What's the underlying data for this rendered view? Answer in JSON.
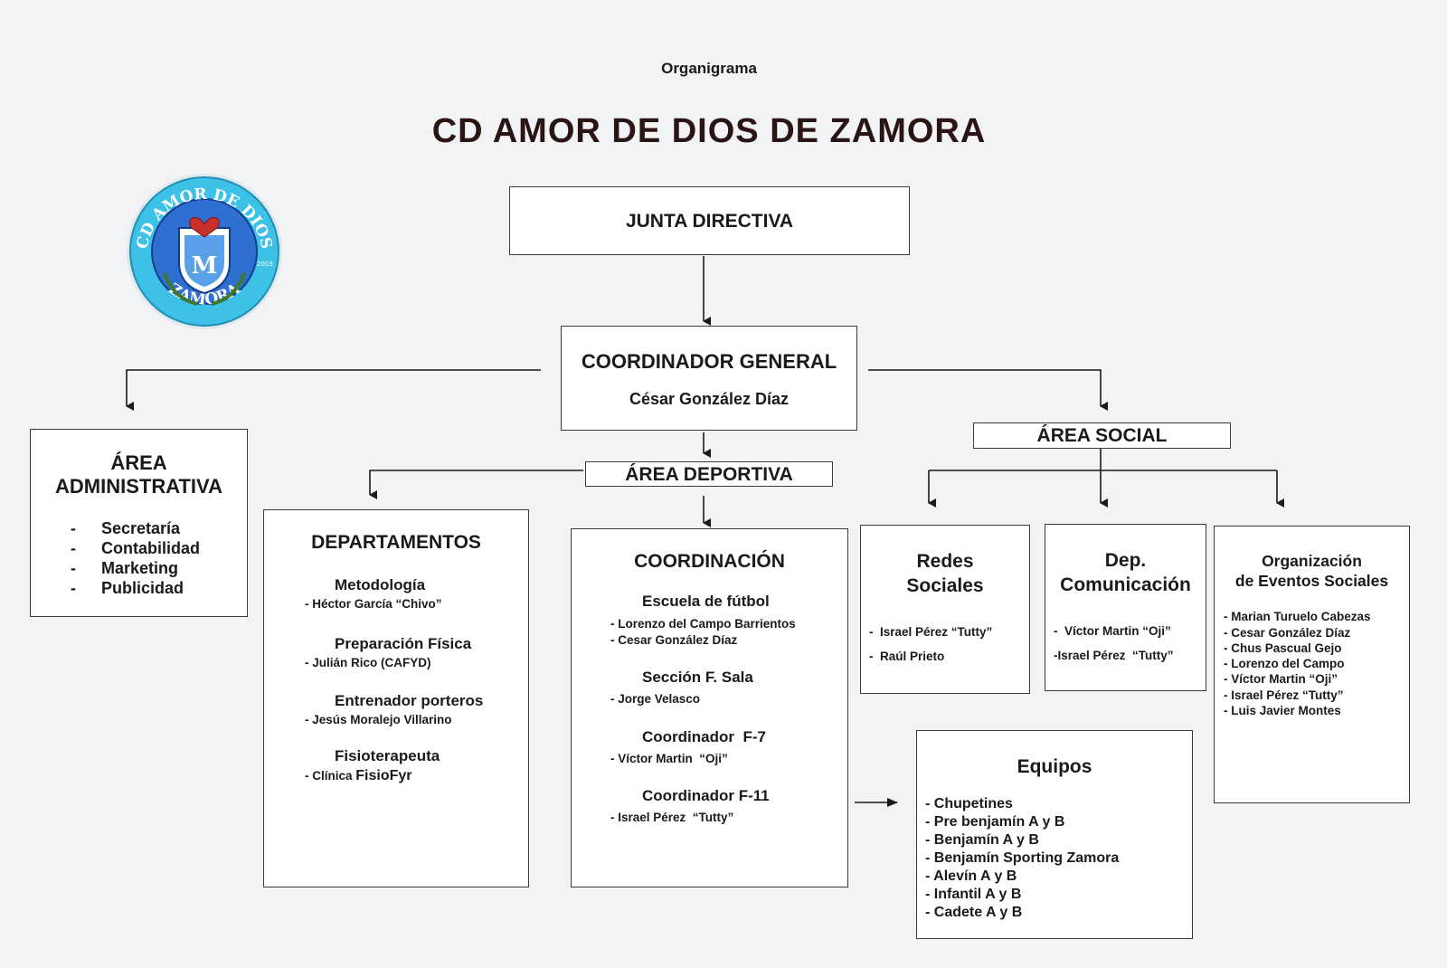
{
  "header": {
    "supertitle": "Organigrama",
    "title": "CD AMOR DE DIOS DE ZAMORA"
  },
  "logo": {
    "ring_top": "CD AMOR DE DIOS",
    "ring_bottom": "ZAMORA",
    "year": "2003",
    "colors": {
      "ring": "#3ec1e6",
      "center": "#2f6fd0",
      "shield": "#ffffff",
      "heart": "#c9302c"
    }
  },
  "junta": {
    "title": "JUNTA DIRECTIVA"
  },
  "coordinador": {
    "title": "COORDINADOR GENERAL",
    "name": "César González Díaz"
  },
  "admin": {
    "title_line1": "ÁREA",
    "title_line2": "ADMINISTRATIVA",
    "items": [
      "Secretaría",
      "Contabilidad",
      "Marketing",
      "Publicidad"
    ],
    "bullet": "-"
  },
  "deportiva": {
    "label": "ÁREA DEPORTIVA"
  },
  "social": {
    "label": "ÁREA SOCIAL"
  },
  "departamentos": {
    "title": "DEPARTAMENTOS",
    "groups": [
      {
        "name": "Metodología",
        "person": "- Héctor García “Chivo”"
      },
      {
        "name": "Preparación Física",
        "person": "-  Julián Rico (CAFYD)"
      },
      {
        "name": "Entrenador porteros",
        "person": "-  Jesús Moralejo Villarino"
      },
      {
        "name": "Fisioterapeuta",
        "person_prefix": "-  Clínica ",
        "person_brand": "FisioFyr"
      }
    ]
  },
  "coordinacion": {
    "title": "COORDINACIÓN",
    "groups": [
      {
        "name": "Escuela de fútbol",
        "people": [
          "- Lorenzo del Campo Barrientos",
          "-  Cesar González Díaz"
        ]
      },
      {
        "name": "Sección F. Sala",
        "people": [
          "- Jorge Velasco"
        ]
      },
      {
        "name": "Coordinador  F-7",
        "people": [
          "- Víctor Martin  “Oji”"
        ]
      },
      {
        "name": "Coordinador F-11",
        "people": [
          "- Israel Pérez  “Tutty”"
        ]
      }
    ]
  },
  "redes": {
    "title_line1": "Redes",
    "title_line2": "Sociales",
    "people": [
      "-  Israel Pérez “Tutty”",
      "-  Raúl Prieto"
    ]
  },
  "comunicacion": {
    "title_line1": "Dep.",
    "title_line2": "Comunicación",
    "people": [
      "-  Víctor Martin “Oji”",
      "-Israel Pérez  “Tutty”"
    ]
  },
  "eventos": {
    "title_line1": "Organización",
    "title_line2": "de Eventos Sociales",
    "people": [
      "- Marian Turuelo Cabezas",
      "- Cesar González Díaz",
      "- Chus Pascual Gejo",
      "- Lorenzo del Campo",
      "- Víctor Martin “Oji”",
      "- Israel Pérez “Tutty”",
      "- Luis Javier Montes"
    ]
  },
  "equipos": {
    "title": "Equipos",
    "items": [
      "- Chupetines",
      "- Pre benjamín A y B",
      "- Benjamín A y B",
      "- Benjamín Sporting Zamora",
      "- Alevín A y B",
      "- Infantil A y B",
      "- Cadete A y B"
    ]
  }
}
